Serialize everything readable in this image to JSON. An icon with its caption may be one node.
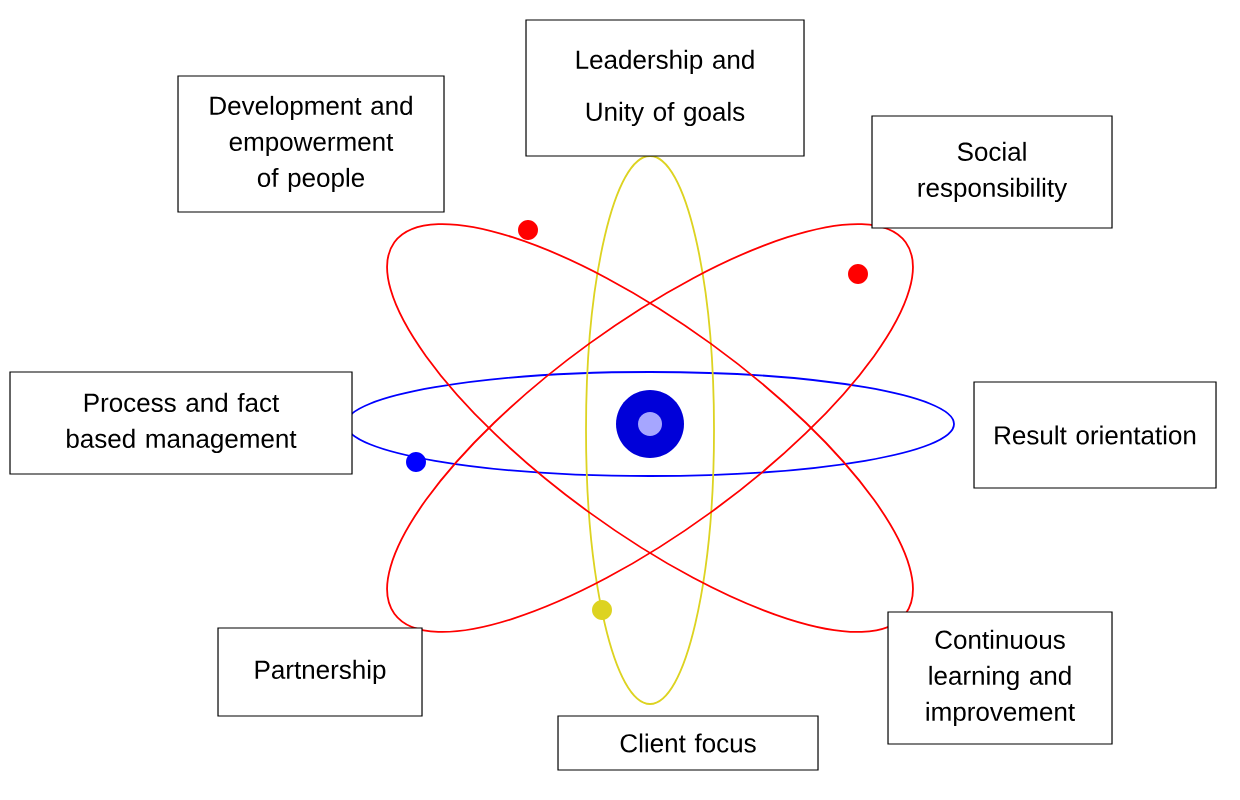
{
  "diagram": {
    "nodes": [
      {
        "text": [
          "Leadership and Unity of goals"
        ]
      },
      {
        "text": [
          "Development and empowerment of people"
        ]
      },
      {
        "text": [
          "Social responsibility"
        ]
      },
      {
        "text": [
          "Process and fact based management"
        ]
      },
      {
        "text": [
          "Result orientation"
        ]
      },
      {
        "text": [
          "Partnership"
        ]
      },
      {
        "text": [
          "Continuous learning and improvement"
        ]
      },
      {
        "text": [
          "Client focus"
        ]
      }
    ]
  }
}
